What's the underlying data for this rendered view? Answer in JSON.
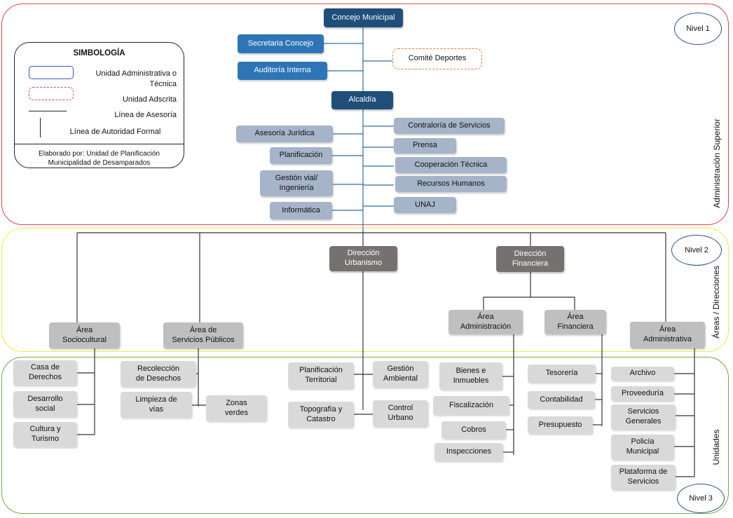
{
  "nivel_labels": [
    "Nivel 1",
    "Nivel 2",
    "Nivel 3"
  ],
  "section_labels": [
    "Administración Superior",
    "Áreas / Direcciones",
    "Unidades"
  ],
  "legend": {
    "title": "SIMBOLOGÍA",
    "unidad_administrativa": "Unidad Administrativa o\nTécnica",
    "unidad_adscrita": "Unidad Adscrita",
    "linea_asesoria": "Línea de Asesoría",
    "linea_autoridad": "Línea de Autoridad Formal",
    "footer": "Elaborado por: Unidad de Planificación\nMunicipalidad de Desamparados"
  },
  "level1": {
    "concejo": "Concejo Municipal",
    "secretaria": "Secretaria Concejo",
    "auditoria": "Auditoría Interna",
    "comite": "Comité Deportes",
    "alcaldia": "Alcaldía",
    "asesoria_juridica": "Asesoría Jurídica",
    "planificacion": "Planificación",
    "gestion_vial": "Gestión vial/\nIngeniería",
    "informatica": "Informática",
    "contraloria": "Contraloría de Servicios",
    "prensa": "Prensa",
    "cooperacion": "Cooperación Técnica",
    "recursos_humanos": "Recursos Humanos",
    "unaj": "UNAJ"
  },
  "level2": {
    "dir_urbanismo": "Dirección\nUrbanismo",
    "dir_financiera": "Dirección\nFinanciera",
    "area_sociocultural": "Área\nSociocultural",
    "area_servicios": "Área de\nServicios Públicos",
    "area_administracion": "Área\nAdministración",
    "area_financiera": "Área\nFinanciera",
    "area_administrativa": "Área\nAdministrativa"
  },
  "level3": {
    "casa_derechos": "Casa de\nDerechos",
    "desarrollo_social": "Desarrollo\nsocial",
    "cultura_turismo": "Cultura y\nTurismo",
    "recoleccion": "Recolección\nde Desechos",
    "limpieza": "Limpieza de\nvías",
    "zonas_verdes": "Zonas\nverdes",
    "plan_territorial": "Planificación\nTerritorial",
    "gestion_ambiental": "Gestión\nAmbiental",
    "topografia": "Topografía y\nCatastro",
    "control_urbano": "Control\nUrbano",
    "bienes": "Bienes e\nInmuebles",
    "fiscalizacion": "Fiscalización",
    "cobros": "Cobros",
    "inspecciones": "Inspecciones",
    "tesoreria": "Tesorería",
    "contabilidad": "Contabilidad",
    "presupuesto": "Presupuesto",
    "archivo": "Archivo",
    "proveeduria": "Proveeduría",
    "servicios_generales": "Servicios\nGenerales",
    "policia": "Policía\nMunicipal",
    "plataforma": "Plataforma de\nServicios"
  }
}
